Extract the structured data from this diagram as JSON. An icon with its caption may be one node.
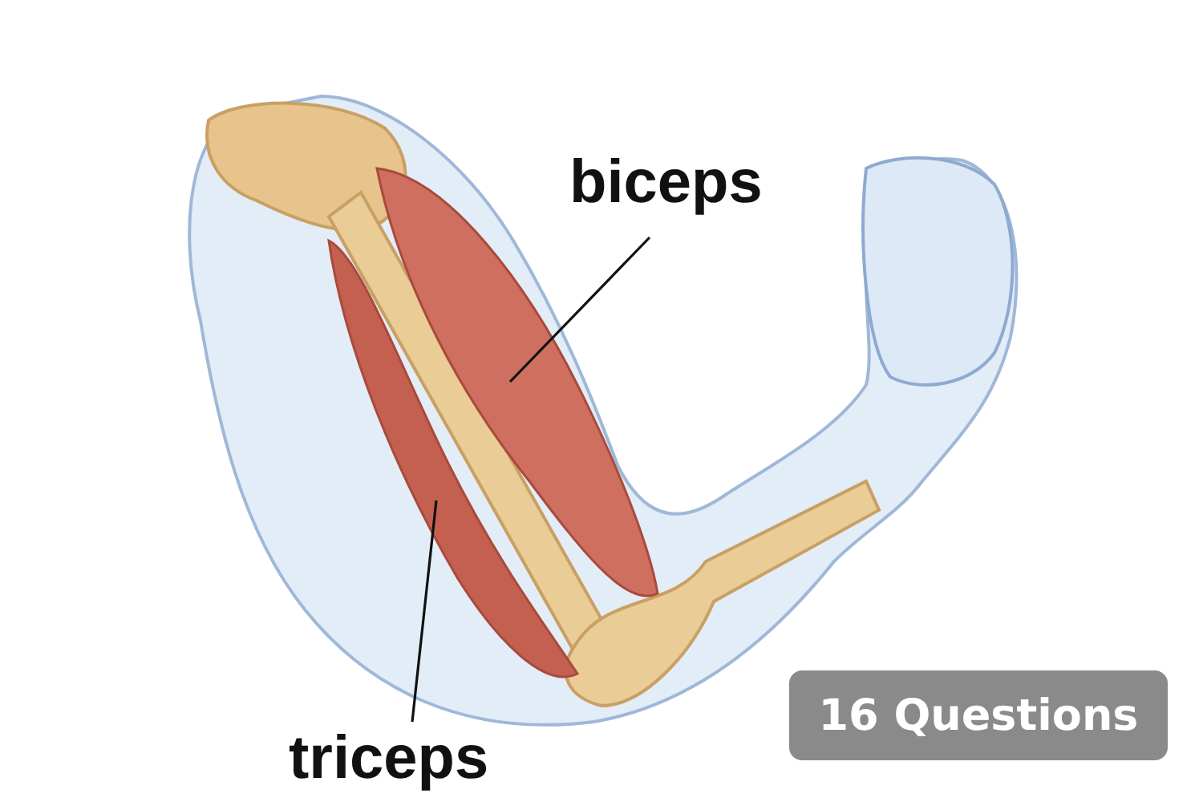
{
  "diagram": {
    "nodes": [
      {
        "text": [
          "biceps"
        ]
      },
      {
        "text": [
          "triceps"
        ]
      }
    ],
    "edges": [
      {
        "from": 0,
        "to": null,
        "arrow": "none"
      },
      {
        "from": 1,
        "to": null,
        "arrow": "none"
      }
    ],
    "labels": [
      "16 Questions"
    ]
  }
}
